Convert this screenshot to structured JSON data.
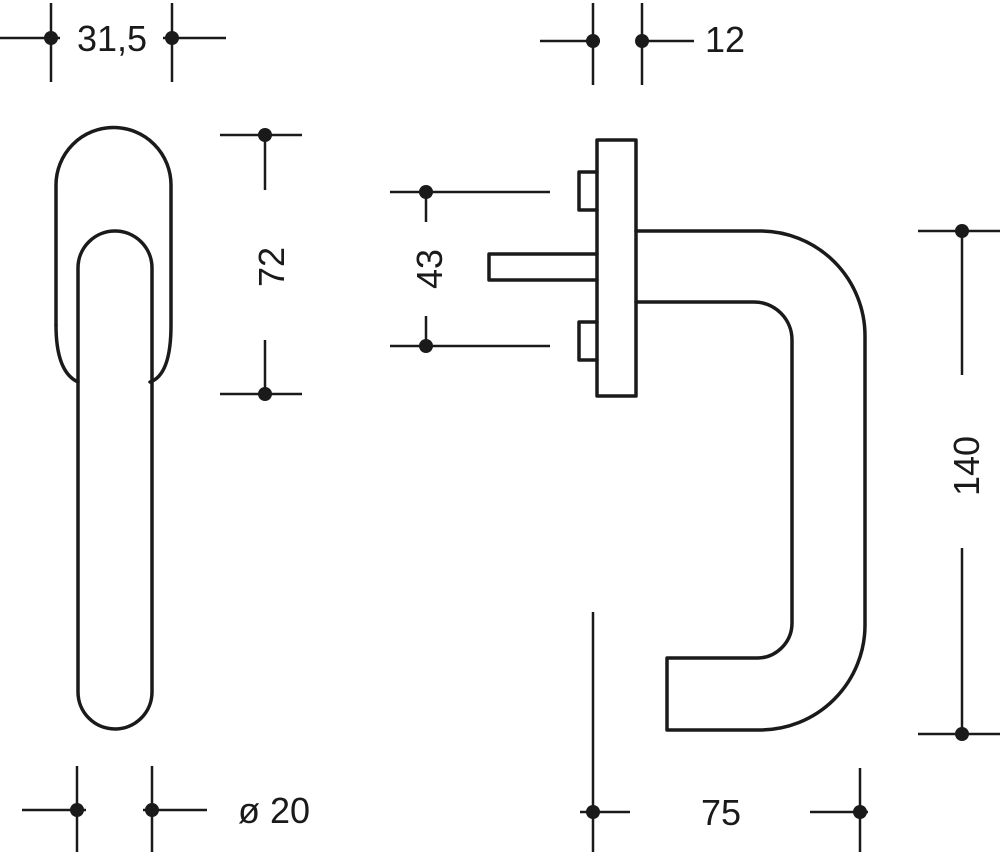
{
  "dimensions": {
    "front_width": "31,5",
    "rose_height": "72",
    "grip_diameter": "ø 20",
    "rose_thickness": "12",
    "screw_spacing": "43",
    "overall_height": "140",
    "projection": "75"
  },
  "colors": {
    "line": "#1a1a1a",
    "background": "#ffffff"
  }
}
